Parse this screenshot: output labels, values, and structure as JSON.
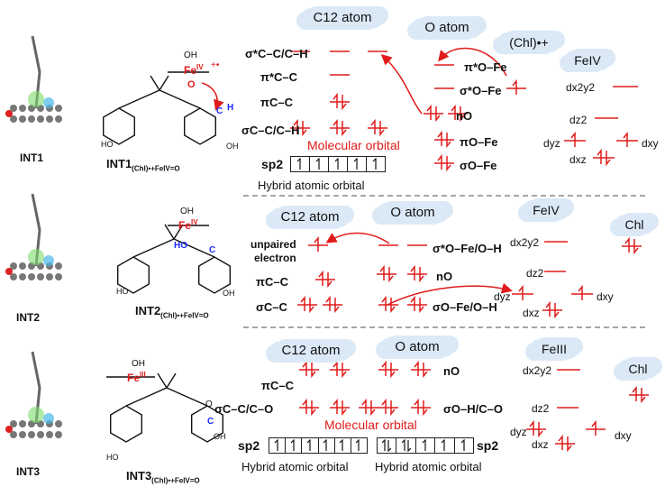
{
  "colors": {
    "accent_red": "#e01b1b",
    "cloud_blue": "#dbe9f6",
    "divider": "#888888",
    "blue_atom": "#1a2cff"
  },
  "panel1": {
    "structure_label": "INT1",
    "molecule_label": "INT1",
    "molecule_label_sub": "(Chl)•+FeIV=O",
    "fe_group": {
      "oh": "OH",
      "fe": "Fe",
      "fe_ox": "IV",
      "o": "O",
      "charge": "+•"
    },
    "ring_labels": {
      "ho_left": "HO",
      "oh_right": "OH",
      "h": "H",
      "c": "C"
    },
    "clouds": {
      "c12": "C12 atom",
      "o": "O atom",
      "chl": "(Chl)•+",
      "fe": "FeIV"
    },
    "c12_levels": [
      "σ*C–C/C–H",
      "π*C–C",
      "πC–C",
      "σC–C/C–H"
    ],
    "o_levels": [
      "π*O–Fe",
      "σ*O–Fe",
      "nO",
      "πO–Fe",
      "σO–Fe"
    ],
    "fe_levels": [
      "dx2y2",
      "dz2",
      "dyz",
      "dxz",
      "dxy"
    ],
    "mo_label": "Molecular orbital",
    "hybrid_symbol": "sp2",
    "hybrid_caption": "Hybrid atomic orbital"
  },
  "panel2": {
    "structure_label": "INT2",
    "molecule_label": "INT2",
    "molecule_label_sub": "(Chl)•+FeIV=O",
    "fe_group": {
      "oh": "OH",
      "fe": "Fe",
      "fe_ox": "IV",
      "ho": "HO"
    },
    "ring_labels": {
      "ho_left": "HO",
      "oh_right": "OH",
      "c": "C"
    },
    "clouds": {
      "c12": "C12 atom",
      "o": "O atom",
      "fe": "FeIV",
      "chl": "Chl"
    },
    "unpaired": [
      "unpaired",
      "electron"
    ],
    "c12_levels": [
      "πC–C",
      "σC–C"
    ],
    "o_levels": [
      "σ*O–Fe/O–H",
      "nO",
      "σO–Fe/O–H"
    ],
    "fe_levels": [
      "dx2y2",
      "dz2",
      "dyz",
      "dxz",
      "dxy"
    ]
  },
  "panel3": {
    "structure_label": "INT3",
    "molecule_label": "INT3",
    "molecule_label_sub": "(Chl)•+FeIV=O",
    "fe_group": {
      "oh": "OH",
      "fe": "Fe",
      "fe_ox": "III"
    },
    "ring_labels": {
      "ho_left": "HO",
      "oh_right": "OH",
      "o": "O",
      "c": "C"
    },
    "clouds": {
      "c12": "C12 atom",
      "o": "O atom",
      "fe": "FeIII",
      "chl": "Chl"
    },
    "c12_levels": [
      "πC–C",
      "σC–C/C–O"
    ],
    "o_levels": [
      "nO",
      "σO–H/C–O"
    ],
    "fe_levels": [
      "dx2y2",
      "dz2",
      "dyz",
      "dxz",
      "dxy"
    ],
    "mo_label": "Molecular orbital",
    "hybrid_symbol_left": "sp2",
    "hybrid_symbol_right": "sp2",
    "hybrid_caption_left": "Hybrid atomic orbital",
    "hybrid_caption_right": "Hybrid atomic orbital"
  }
}
